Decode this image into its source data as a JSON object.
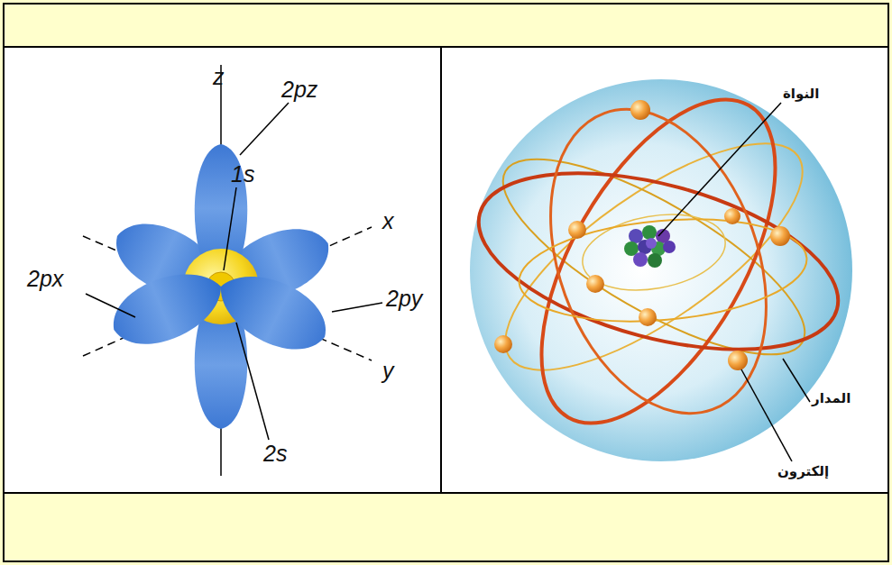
{
  "diagram": {
    "labels": [
      "z",
      "2pz",
      "1s",
      "x",
      "2px",
      "2py",
      "y",
      "2s",
      "النواة",
      "المدار",
      "إلكترون"
    ]
  }
}
